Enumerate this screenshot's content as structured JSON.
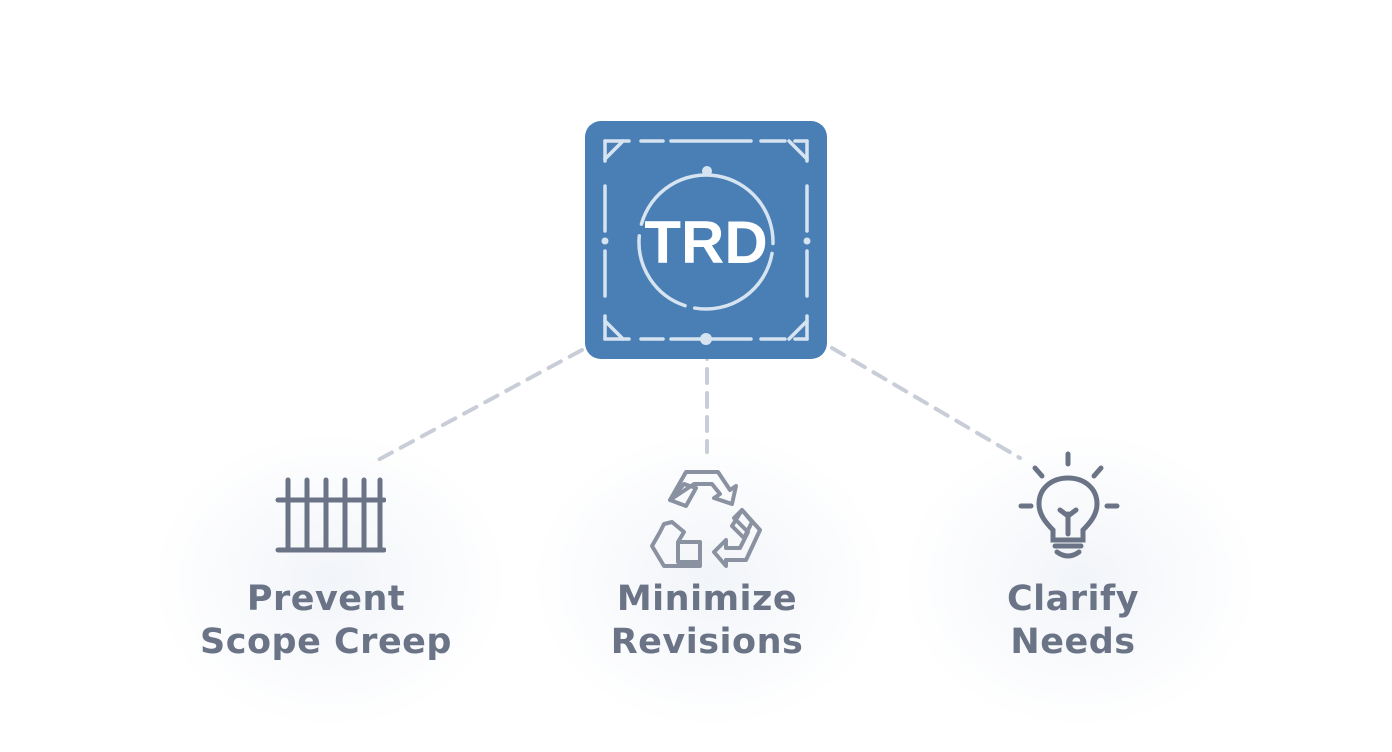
{
  "hub": {
    "label": "TRD",
    "icon": "target-frame-icon"
  },
  "nodes": [
    {
      "line1": "Prevent",
      "line2": "Scope Creep",
      "icon": "fence-icon"
    },
    {
      "line1": "Minimize",
      "line2": "Revisions",
      "icon": "recycle-icon"
    },
    {
      "line1": "Clarify",
      "line2": "Needs",
      "icon": "lightbulb-icon"
    }
  ],
  "colors": {
    "hub": "#4a7fb5",
    "hub_line": "#d6e3f1",
    "connector": "#c8cdd8",
    "icon": "#6b7486",
    "text": "#6b7486"
  }
}
